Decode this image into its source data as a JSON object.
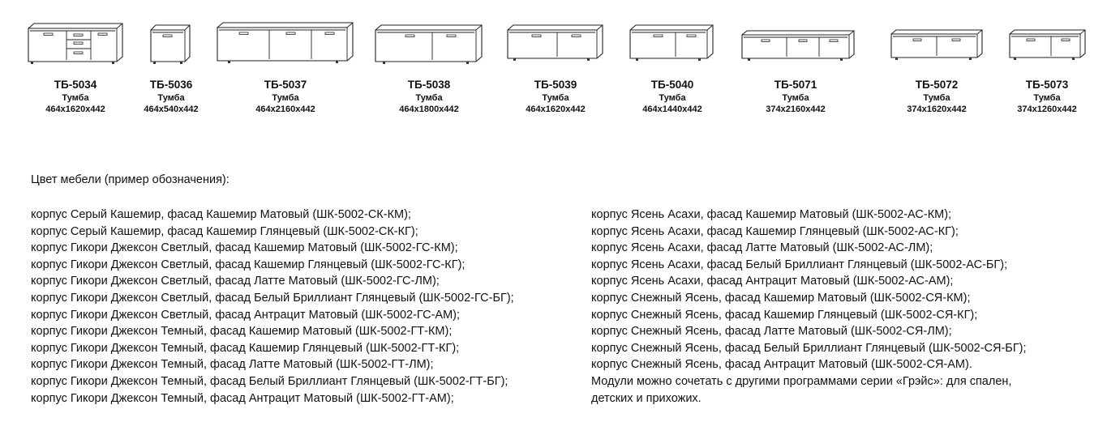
{
  "products": [
    {
      "code": "ТБ-5034",
      "kind": "Тумба",
      "dims": "464x1620x442"
    },
    {
      "code": "ТБ-5036",
      "kind": "Тумба",
      "dims": "464x540x442"
    },
    {
      "code": "ТБ-5037",
      "kind": "Тумба",
      "dims": "464x2160x442"
    },
    {
      "code": "ТБ-5038",
      "kind": "Тумба",
      "dims": "464x1800x442"
    },
    {
      "code": "ТБ-5039",
      "kind": "Тумба",
      "dims": "464x1620x442"
    },
    {
      "code": "ТБ-5040",
      "kind": "Тумба",
      "dims": "464x1440x442"
    },
    {
      "code": "ТБ-5071",
      "kind": "Тумба",
      "dims": "374x2160x442"
    },
    {
      "code": "ТБ-5072",
      "kind": "Тумба",
      "dims": "374x1620x442"
    },
    {
      "code": "ТБ-5073",
      "kind": "Тумба",
      "dims": "374x1260x442"
    }
  ],
  "color_heading": "Цвет мебели (пример обозначения):",
  "left_column": [
    "корпус Серый Кашемир, фасад Кашемир Матовый (ШК-5002-СК-КМ);",
    "корпус Серый Кашемир, фасад Кашемир Глянцевый (ШК-5002-СК-КГ);",
    "корпус Гикори Джексон Светлый, фасад Кашемир Матовый (ШК-5002-ГС-КМ);",
    "корпус Гикори Джексон Светлый, фасад Кашемир Глянцевый (ШК-5002-ГС-КГ);",
    "корпус Гикори Джексон Светлый, фасад Латте Матовый (ШК-5002-ГС-ЛМ);",
    "корпус Гикори Джексон Светлый, фасад Белый Бриллиант Глянцевый (ШК-5002-ГС-БГ);",
    "корпус Гикори Джексон Светлый, фасад Антрацит Матовый (ШК-5002-ГС-АМ);",
    "корпус Гикори Джексон Темный, фасад Кашемир Матовый (ШК-5002-ГТ-КМ);",
    "корпус Гикори Джексон Темный, фасад Кашемир Глянцевый (ШК-5002-ГТ-КГ);",
    "корпус Гикори Джексон Темный, фасад Латте Матовый (ШК-5002-ГТ-ЛМ);",
    "корпус Гикори Джексон Темный, фасад Белый Бриллиант Глянцевый (ШК-5002-ГТ-БГ);",
    "корпус Гикори Джексон Темный, фасад Антрацит Матовый (ШК-5002-ГТ-АМ);"
  ],
  "right_column": [
    "корпус Ясень Асахи, фасад Кашемир Матовый (ШК-5002-АС-КМ);",
    "корпус Ясень Асахи, фасад Кашемир Глянцевый (ШК-5002-АС-КГ);",
    "корпус Ясень Асахи, фасад Латте Матовый (ШК-5002-АС-ЛМ);",
    "корпус Ясень Асахи, фасад Белый Бриллиант Глянцевый (ШК-5002-АС-БГ);",
    "корпус Ясень Асахи, фасад Антрацит Матовый (ШК-5002-АС-АМ);",
    "корпус Снежный Ясень, фасад Кашемир Матовый (ШК-5002-СЯ-КМ);",
    "корпус Снежный Ясень, фасад Кашемир Глянцевый (ШК-5002-СЯ-КГ);",
    "корпус Снежный Ясень, фасад Латте Матовый (ШК-5002-СЯ-ЛМ);",
    "корпус Снежный Ясень, фасад Белый Бриллиант Глянцевый (ШК-5002-СЯ-БГ);",
    "корпус Снежный Ясень, фасад Антрацит Матовый (ШК-5002-СЯ-АМ).",
    "Модули можно сочетать с другими программами серии «Грэйс»: для спален,",
    "детских и прихожих."
  ]
}
